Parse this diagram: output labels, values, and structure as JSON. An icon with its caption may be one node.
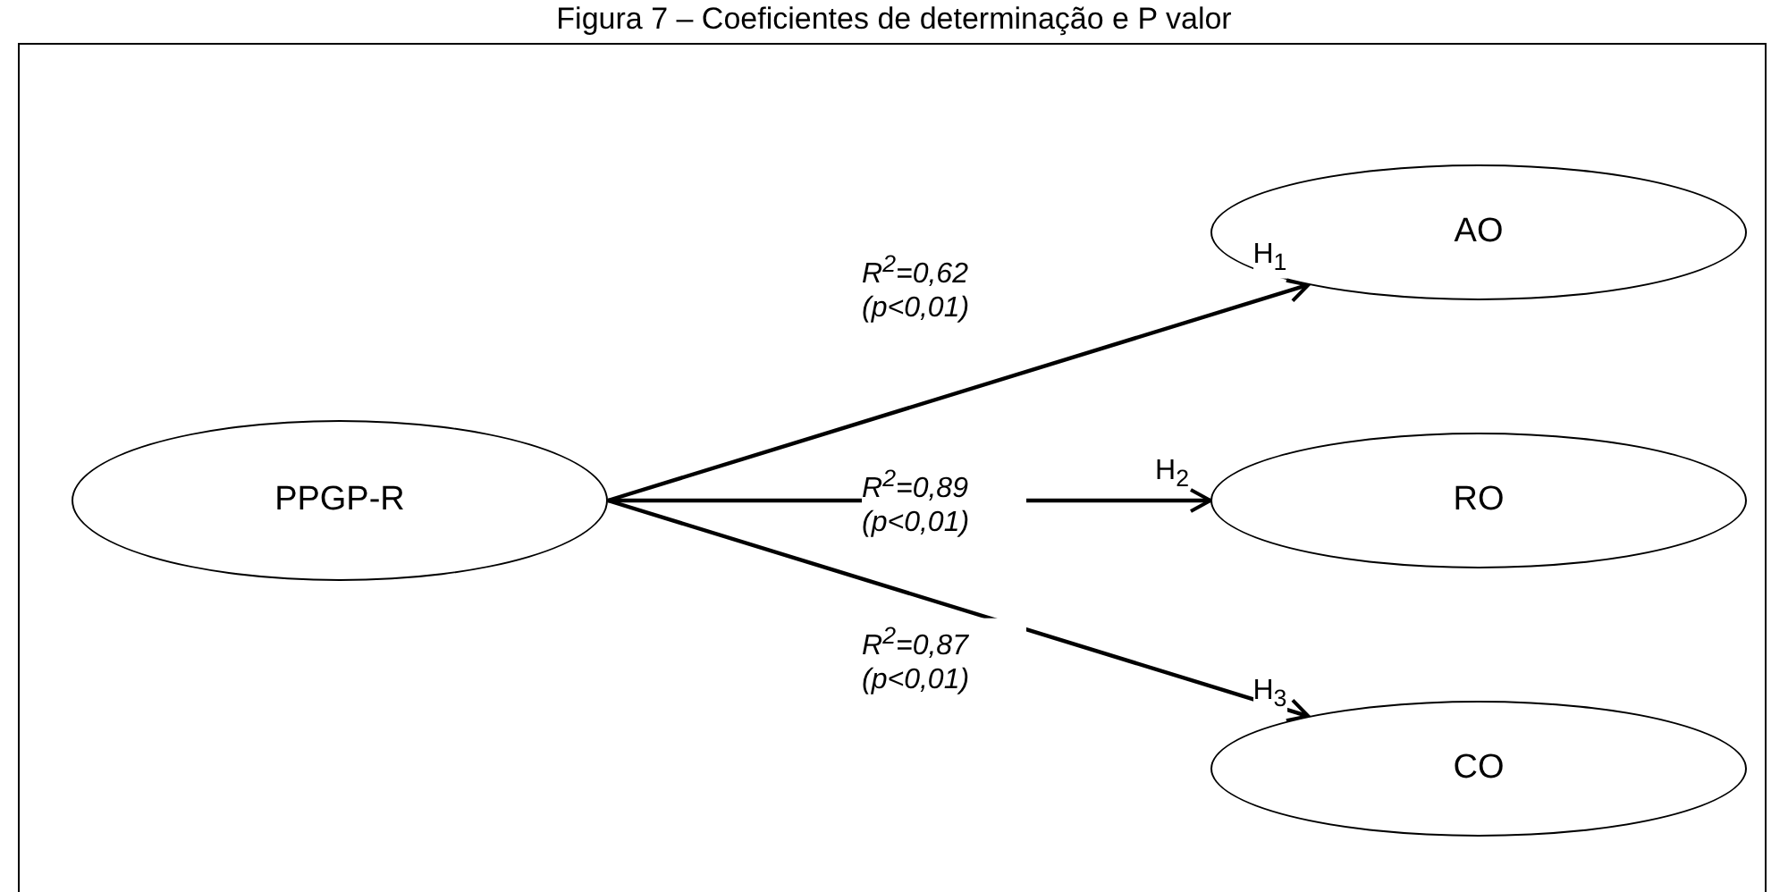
{
  "diagram": {
    "title": "Figura 7 – Coeficientes de determinação e P valor",
    "nodes": [
      {
        "text": [
          "PPGP-R"
        ]
      },
      {
        "text": [
          "AO"
        ]
      },
      {
        "text": [
          "RO"
        ]
      },
      {
        "text": [
          "CO"
        ]
      }
    ],
    "edges": [
      {
        "from": 0,
        "to": 1,
        "arrow": "to",
        "label": "R$^{2}$=0,62 (p<0,01)"
      },
      {
        "from": 0,
        "to": 2,
        "arrow": "to",
        "label": "R$^{2}$=0,89 (p<0,01)"
      },
      {
        "from": 0,
        "to": 3,
        "arrow": "to",
        "label": "R$^{2}$=0,87 (p<0,01)"
      }
    ],
    "labels": [
      "H$_{1}$",
      "H$_{2}$",
      "H$_{3}$"
    ]
  }
}
